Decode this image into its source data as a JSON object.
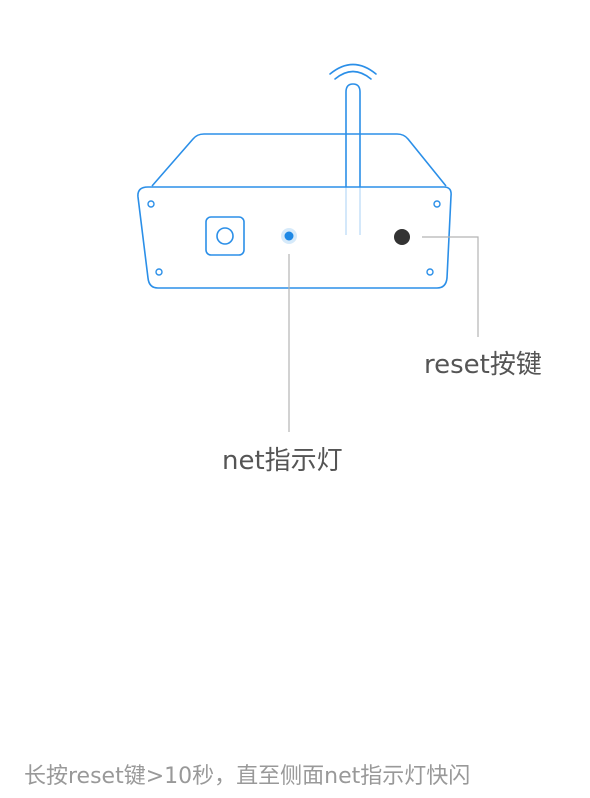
{
  "labels": {
    "reset_button": "reset按键",
    "net_indicator": "net指示灯"
  },
  "instruction": "长按reset键>10秒，直至侧面net指示灯快闪",
  "colors": {
    "outline": "#2b8fe8",
    "led": "#1e88e5",
    "reset_button": "#333333",
    "leader_line": "#b3b3b3",
    "label_text": "#555555",
    "instruction_text": "#999999"
  }
}
